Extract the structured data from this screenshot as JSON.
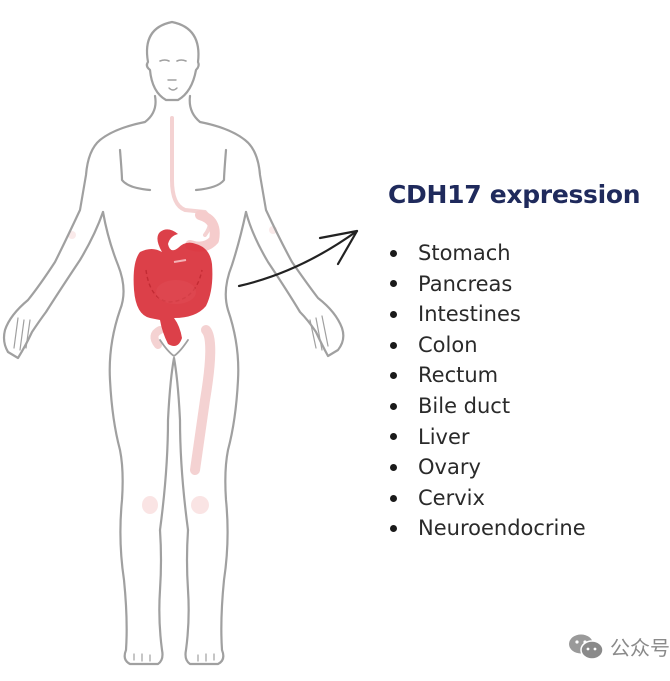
{
  "legend": {
    "title": "CDH17 expression",
    "items": [
      {
        "label": "Stomach"
      },
      {
        "label": "Pancreas"
      },
      {
        "label": "Intestines"
      },
      {
        "label": "Colon"
      },
      {
        "label": "Rectum"
      },
      {
        "label": "Bile duct"
      },
      {
        "label": "Liver"
      },
      {
        "label": "Ovary"
      },
      {
        "label": "Cervix"
      },
      {
        "label": "Neuroendocrine"
      }
    ]
  },
  "figure": {
    "subject": "human-body-outline-female",
    "highlight_region": "digestive-tract",
    "arrow_direction": "up-right"
  },
  "colors": {
    "title": "#1f2a5c",
    "text": "#2a2a2a",
    "outline": "#9a9a9a",
    "organ_highlight": "#d9303a",
    "organ_faint": "#f6d6d6"
  },
  "watermark": {
    "icon": "wechat-icon",
    "text": "公众号"
  }
}
